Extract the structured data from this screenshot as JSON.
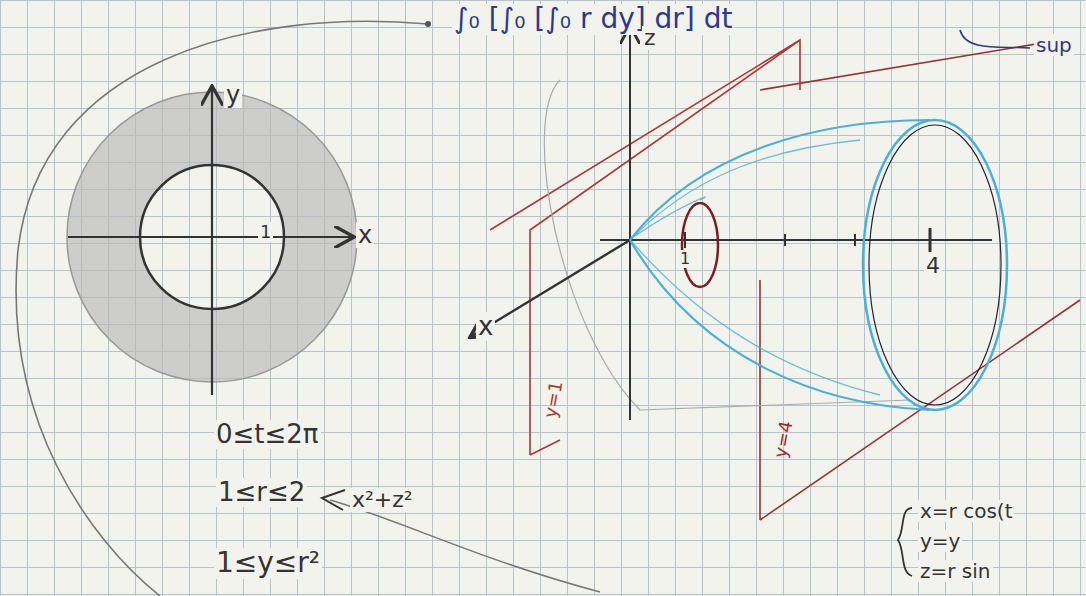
{
  "diagram": {
    "labels": [
      "∫₀ [∫₀ [∫₀ r dy] dr] dt",
      "sup",
      "y",
      "x",
      "1",
      "z",
      "x",
      "1",
      "4",
      "y=1",
      "y=4",
      "0≤t≤2π",
      "1≤r≤2",
      "x²+z²",
      "1≤y≤r²",
      "x=r cos(t",
      "y=y",
      "z=r sin"
    ]
  }
}
